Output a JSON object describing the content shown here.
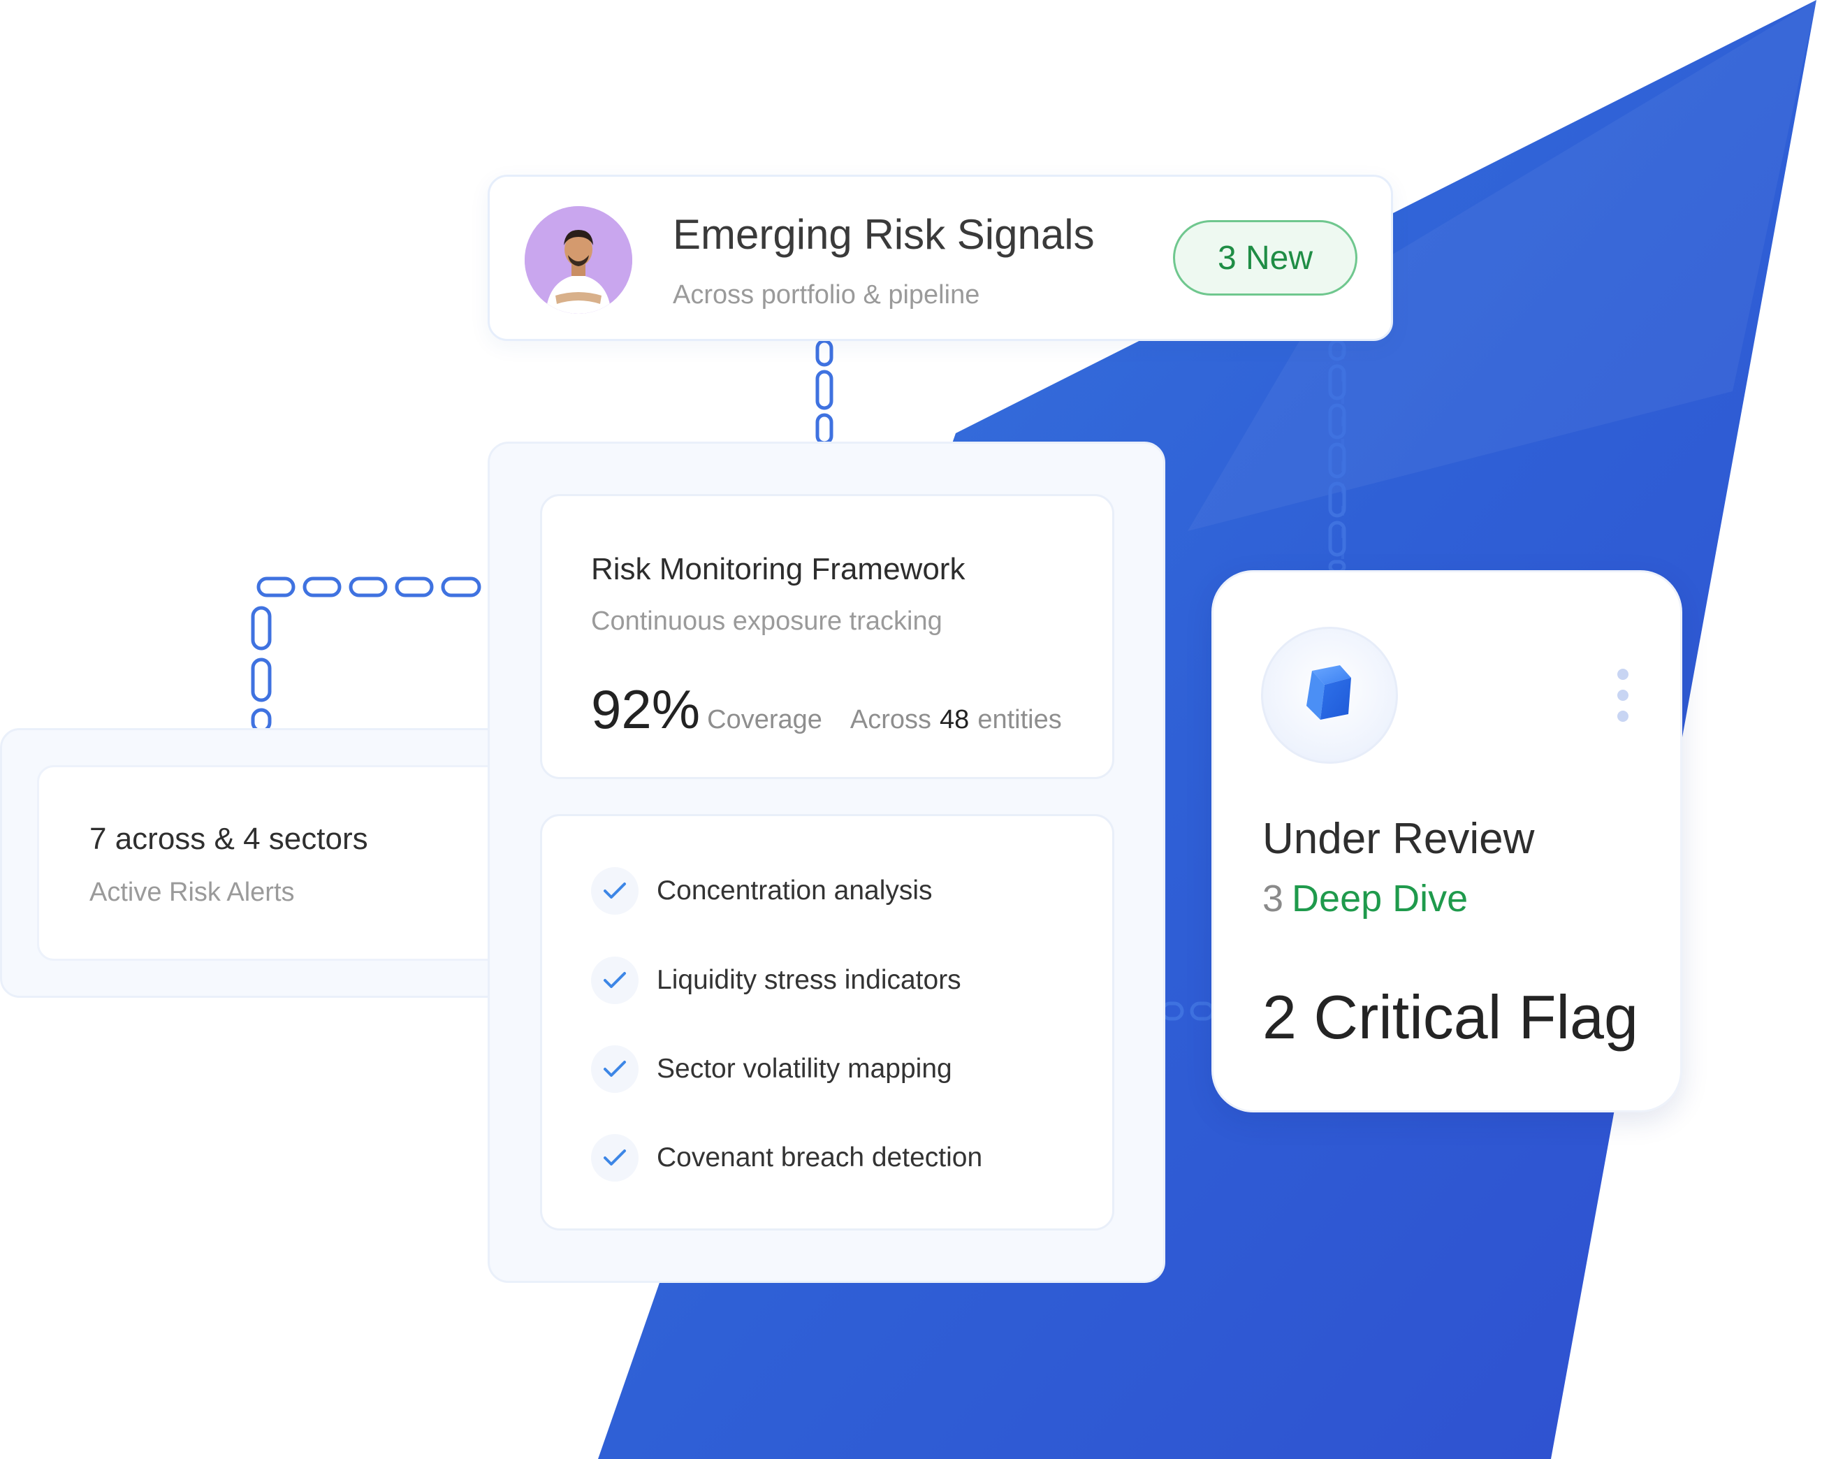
{
  "signals": {
    "title": "Emerging Risk Signals",
    "subtitle": "Across portfolio & pipeline",
    "badge": "3 New"
  },
  "alerts": {
    "title": "7 across & 4 sectors",
    "subtitle": "Active Risk Alerts"
  },
  "framework": {
    "title": "Risk Monitoring Framework",
    "subtitle": "Continuous exposure tracking",
    "coverage_value": "92%",
    "coverage_label": "Coverage",
    "across_label": "Across",
    "entity_count": "48",
    "entity_label": "entities",
    "items": [
      "Concentration analysis",
      "Liquidity stress indicators",
      "Sector volatility mapping",
      "Covenant breach detection"
    ]
  },
  "review": {
    "title": "Under Review",
    "count": "3",
    "tag": "Deep Dive",
    "flag": "2 Critical Flag"
  },
  "colors": {
    "accent_blue": "#2f5fd8",
    "badge_green": "#1f8d45",
    "connector": "#3f72e0"
  }
}
